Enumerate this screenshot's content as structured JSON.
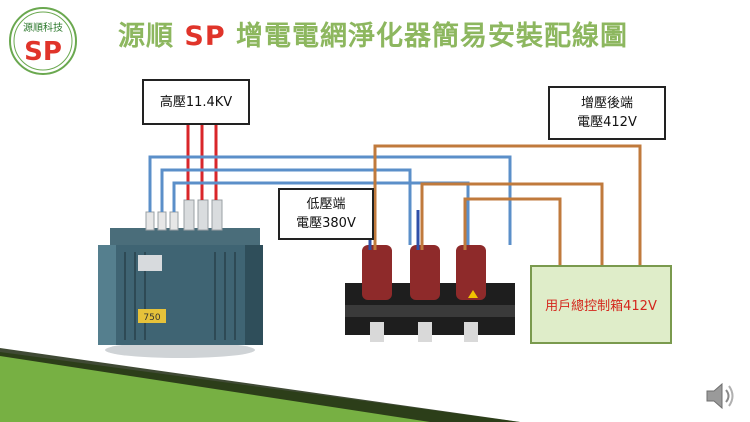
{
  "header": {
    "logo_top": "源順科技",
    "logo_main": "SP",
    "title_prefix": "源順",
    "title_brand": "SP",
    "title_rest": "增電電網淨化器簡易安裝配線圖"
  },
  "labels": {
    "high_voltage": "高壓11.4KV",
    "low_voltage_line1": "低壓端",
    "low_voltage_line2": "電壓380V",
    "boost_line1": "增壓後端",
    "boost_line2": "電壓412V",
    "panel": "用戶總控制箱412V"
  },
  "transformer": {
    "plate_text": "750"
  },
  "colors": {
    "title": "#8db75f",
    "brand_red": "#e0342a",
    "wire_blue": "#5b8fc9",
    "wire_red": "#d9262a",
    "wire_brown": "#c07a3c",
    "panel_fill": "#dfedc9",
    "panel_text": "#d4261c"
  },
  "icons": {
    "audio": "speaker-icon"
  }
}
